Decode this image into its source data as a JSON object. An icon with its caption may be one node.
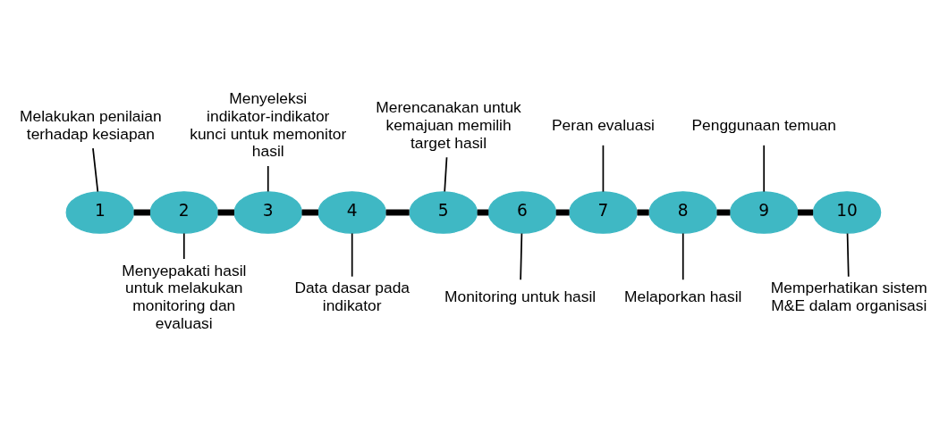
{
  "diagram": {
    "nodes": [
      {
        "text": [
          "1"
        ]
      },
      {
        "text": [
          "2"
        ]
      },
      {
        "text": [
          "3"
        ]
      },
      {
        "text": [
          "4"
        ]
      },
      {
        "text": [
          "5"
        ]
      },
      {
        "text": [
          "6"
        ]
      },
      {
        "text": [
          "7"
        ]
      },
      {
        "text": [
          "8"
        ]
      },
      {
        "text": [
          "9"
        ]
      },
      {
        "text": [
          "10"
        ]
      },
      {
        "text": [
          "Melakukan penilaian terhadap kesiapan"
        ]
      },
      {
        "text": [
          "Menyepakati hasil untuk melakukan monitoring dan evaluasi"
        ]
      },
      {
        "text": [
          "Menyeleksi indikator-indikator kunci untuk memonitor hasil"
        ]
      },
      {
        "text": [
          "Data dasar pada indikator"
        ]
      },
      {
        "text": [
          "Merencanakan untuk kemajuan memilih target hasil"
        ]
      },
      {
        "text": [
          "Monitoring untuk hasil"
        ]
      },
      {
        "text": [
          "Peran evaluasi"
        ]
      },
      {
        "text": [
          "Melaporkan hasil"
        ]
      },
      {
        "text": [
          "Penggunaan temuan"
        ]
      },
      {
        "text": [
          "Memperhatikan sistem M&E dalam organisasi"
        ]
      }
    ],
    "edges": [
      {
        "from": 0,
        "to": 1,
        "arrow": "none",
        "style": "thick"
      },
      {
        "from": 1,
        "to": 2,
        "arrow": "none",
        "style": "thick"
      },
      {
        "from": 2,
        "to": 3,
        "arrow": "none",
        "style": "thick"
      },
      {
        "from": 3,
        "to": 4,
        "arrow": "none",
        "style": "thick"
      },
      {
        "from": 4,
        "to": 5,
        "arrow": "none",
        "style": "thick"
      },
      {
        "from": 5,
        "to": 6,
        "arrow": "none",
        "style": "thick"
      },
      {
        "from": 6,
        "to": 7,
        "arrow": "none",
        "style": "thick"
      },
      {
        "from": 7,
        "to": 8,
        "arrow": "none",
        "style": "thick"
      },
      {
        "from": 8,
        "to": 9,
        "arrow": "none",
        "style": "thick"
      },
      {
        "from": 10,
        "to": 0,
        "arrow": "none"
      },
      {
        "from": 1,
        "to": 11,
        "arrow": "none"
      },
      {
        "from": 12,
        "to": 2,
        "arrow": "none"
      },
      {
        "from": 3,
        "to": 13,
        "arrow": "none"
      },
      {
        "from": 14,
        "to": 4,
        "arrow": "none"
      },
      {
        "from": 5,
        "to": 15,
        "arrow": "none"
      },
      {
        "from": 16,
        "to": 6,
        "arrow": "none"
      },
      {
        "from": 7,
        "to": 17,
        "arrow": "none"
      },
      {
        "from": 18,
        "to": 8,
        "arrow": "none"
      },
      {
        "from": 9,
        "to": 19,
        "arrow": "none"
      }
    ]
  }
}
